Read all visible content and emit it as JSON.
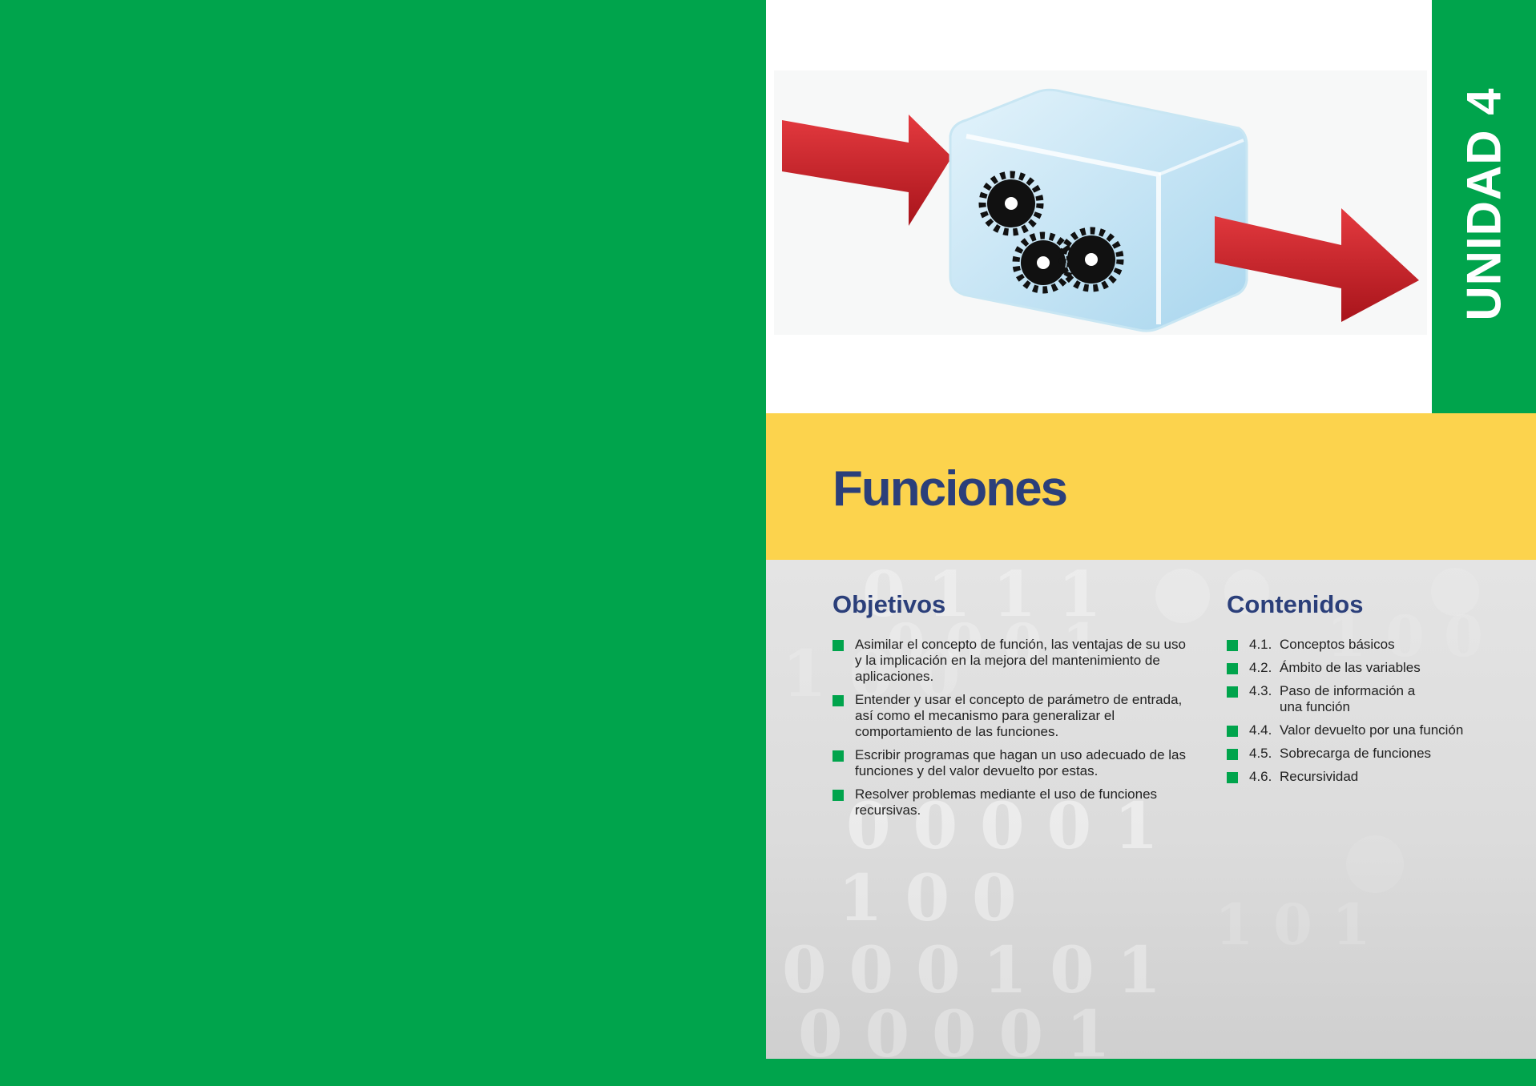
{
  "unit_label": "UNIDAD 4",
  "title": "Funciones",
  "objectives": {
    "heading": "Objetivos",
    "items": [
      "Asimilar el concepto de función, las ventajas de su uso y la implicación en la mejora del mantenimiento de aplicaciones.",
      "Entender y usar el concepto de parámetro de entrada, así como el mecanismo para generalizar el comportamiento de las funciones.",
      "Escribir programas que hagan un uso adecuado de las funciones y del valor devuelto por estas.",
      "Resolver problemas mediante el uso de funciones recursivas."
    ]
  },
  "contents": {
    "heading": "Contenidos",
    "items": [
      {
        "num": "4.1.",
        "text": "Conceptos básicos"
      },
      {
        "num": "4.2.",
        "text": "Ámbito de las variables"
      },
      {
        "num": "4.3.",
        "text": "Paso de información a una función"
      },
      {
        "num": "4.4.",
        "text": "Valor devuelto por una función"
      },
      {
        "num": "4.5.",
        "text": "Sobrecarga de funciones"
      },
      {
        "num": "4.6.",
        "text": "Recursividad"
      }
    ]
  },
  "colors": {
    "green": "#00a44c",
    "yellow": "#fcd34d",
    "navy": "#2b3f7a",
    "arrow_red": "#c8232a"
  },
  "hero_image": "function-box-with-gears-icon"
}
